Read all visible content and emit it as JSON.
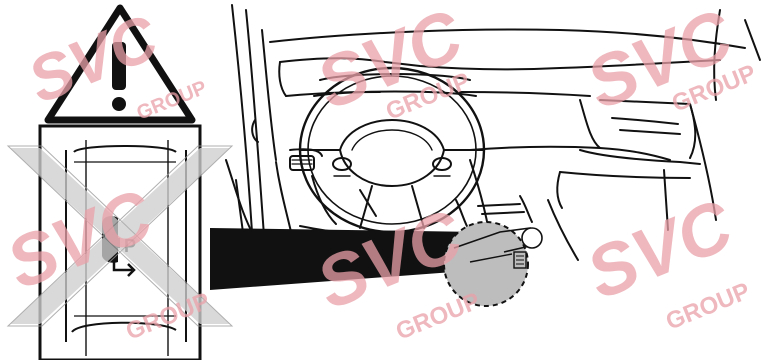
{
  "figure": {
    "warning_icon": "warning-triangle-exclamation",
    "cross_icon": "prohibited-x",
    "part_label": "P",
    "colors": {
      "line": "#111111",
      "cross": "#d7d7d7",
      "callout": "#bdbdbd",
      "watermark": "#e8a0a8"
    }
  },
  "watermark": {
    "brand": "SVC",
    "group_label": "GROUP"
  }
}
